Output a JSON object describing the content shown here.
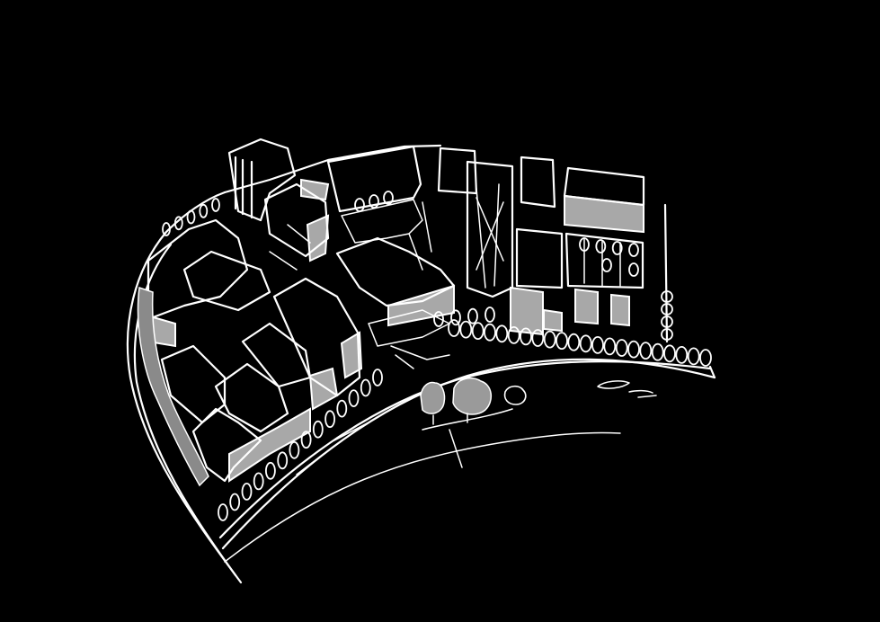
{
  "colors": {
    "background": "#000000",
    "linework": "#ffffff",
    "shaded_face": "#a8a8a8",
    "tree_canopy": "#9a9a9a"
  },
  "elements": {
    "building_blocks": 18,
    "shaded_facades": 12,
    "street_trees": 58,
    "feature_trees": 3,
    "boats": 2
  }
}
